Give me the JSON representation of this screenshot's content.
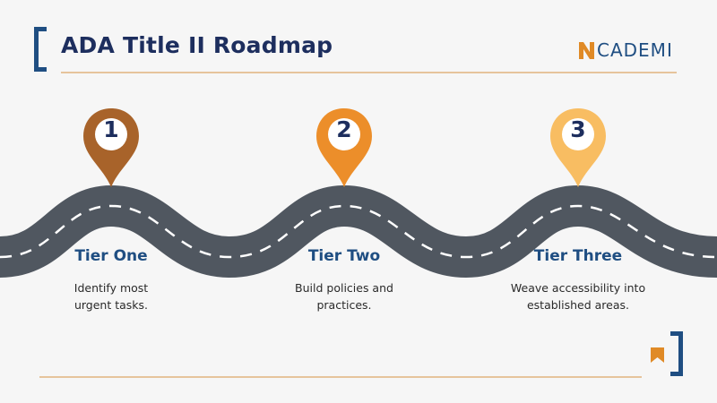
{
  "header": {
    "title": "ADA Title II Roadmap",
    "logo_text": "CADEMI",
    "logo_icon": "n-mark-icon"
  },
  "colors": {
    "navy": "#1d2e5e",
    "blue": "#1f4e82",
    "road": "#505760",
    "gold_line": "#e6c49c",
    "logo_orange": "#e08a26"
  },
  "tiers": [
    {
      "number": "1",
      "title": "Tier One",
      "description_line1": "Identify most",
      "description_line2": "urgent tasks.",
      "pin_color": "#a8632a",
      "pin_icon": "map-pin-icon"
    },
    {
      "number": "2",
      "title": "Tier Two",
      "description_line1": "Build policies and",
      "description_line2": "practices.",
      "pin_color": "#ec8e2a",
      "pin_icon": "map-pin-icon"
    },
    {
      "number": "3",
      "title": "Tier Three",
      "description_line1": "Weave accessibility into",
      "description_line2": "established areas.",
      "pin_color": "#f8bd62",
      "pin_icon": "map-pin-icon"
    }
  ]
}
